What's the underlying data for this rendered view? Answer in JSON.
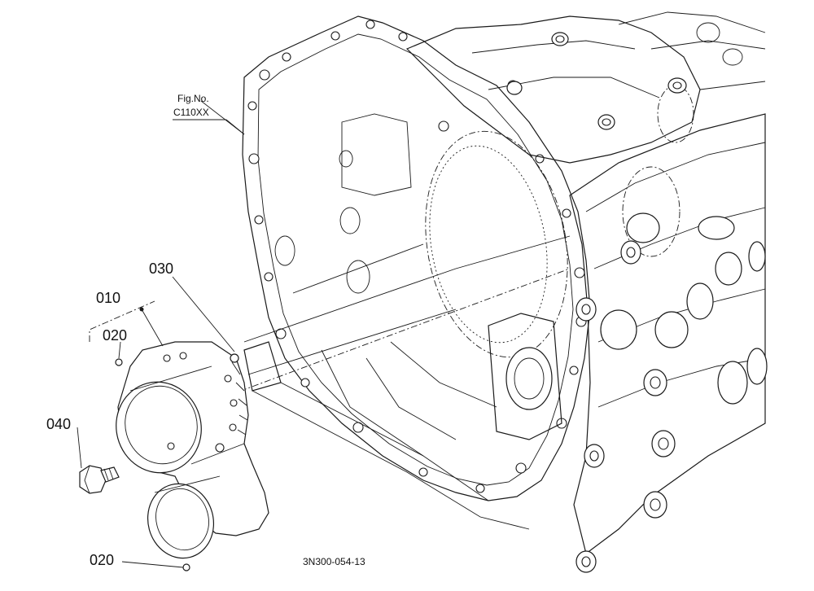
{
  "figure": {
    "fig_label": "Fig.No.",
    "fig_number": "C110XX",
    "drawing_code": "3N300-054-13"
  },
  "callouts": {
    "c010": "010",
    "c020_top": "020",
    "c030": "030",
    "c040": "040",
    "c020_bottom": "020"
  }
}
